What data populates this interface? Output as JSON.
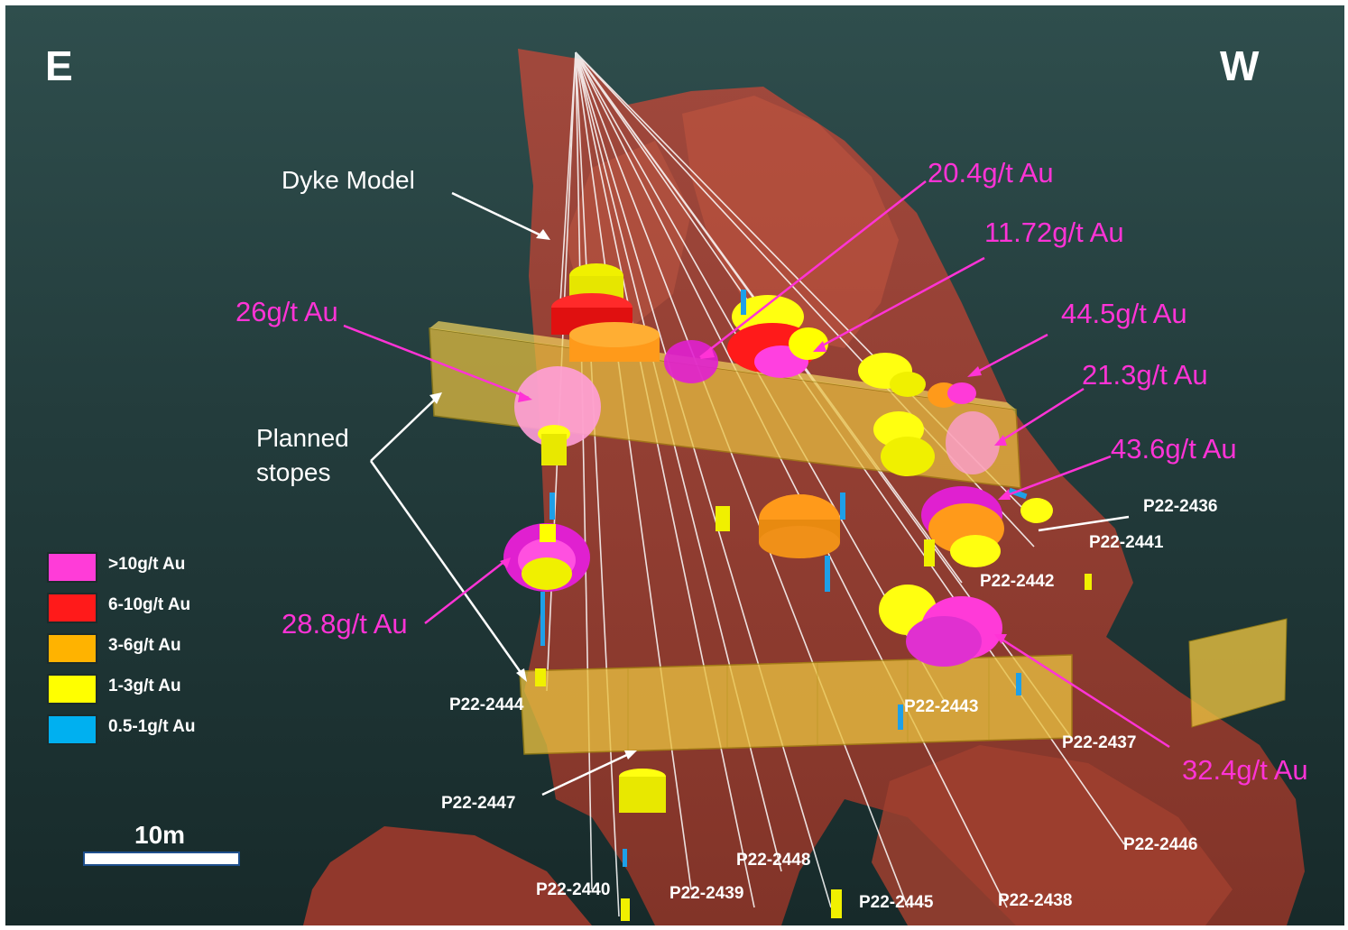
{
  "orientation": {
    "left": "E",
    "right": "W"
  },
  "annotations": {
    "dyke_model": "Dyke Model",
    "planned_stopes_line1": "Planned",
    "planned_stopes_line2": "stopes"
  },
  "grade_labels": [
    "20.4g/t Au",
    "11.72g/t Au",
    "26g/t Au",
    "44.5g/t Au",
    "21.3g/t Au",
    "43.6g/t Au",
    "28.8g/t Au",
    "32.4g/t Au"
  ],
  "drill_holes": [
    "P22-2436",
    "P22-2441",
    "P22-2442",
    "P22-2444",
    "P22-2443",
    "P22-2437",
    "P22-2447",
    "P22-2446",
    "P22-2448",
    "P22-2440",
    "P22-2439",
    "P22-2445",
    "P22-2438"
  ],
  "legend": [
    {
      "label": ">10g/t Au",
      "color": "#ff3cd8"
    },
    {
      "label": "6-10g/t Au",
      "color": "#ff1a1a"
    },
    {
      "label": "3-6g/t Au",
      "color": "#ffb300"
    },
    {
      "label": "1-3g/t Au",
      "color": "#ffff00"
    },
    {
      "label": "0.5-1g/t Au",
      "color": "#00b0f0"
    }
  ],
  "scale": {
    "label": "10m"
  }
}
